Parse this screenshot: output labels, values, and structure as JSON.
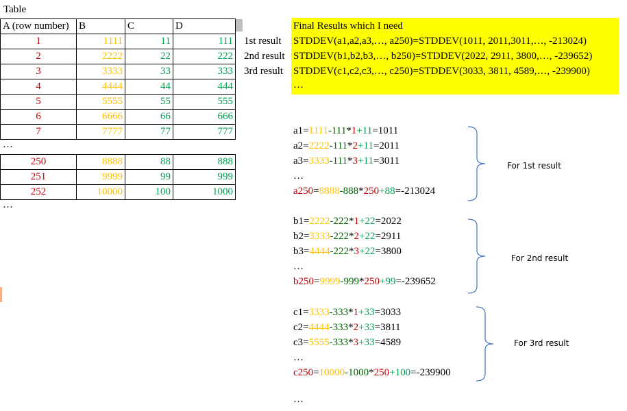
{
  "sheet": {
    "title": "Table",
    "headers": [
      "A (row number)",
      "B",
      "C",
      "D"
    ],
    "rows_top": [
      [
        "1",
        "1111",
        "11",
        "111"
      ],
      [
        "2",
        "2222",
        "22",
        "222"
      ],
      [
        "3",
        "3333",
        "33",
        "333"
      ],
      [
        "4",
        "4444",
        "44",
        "444"
      ],
      [
        "5",
        "5555",
        "55",
        "555"
      ],
      [
        "6",
        "6666",
        "66",
        "666"
      ],
      [
        "7",
        "7777",
        "77",
        "777"
      ]
    ],
    "ellipsis": "…",
    "rows_bottom": [
      [
        "250",
        "8888",
        "88",
        "888"
      ],
      [
        "251",
        "9999",
        "99",
        "999"
      ],
      [
        "252",
        "10000",
        "100",
        "1000"
      ]
    ]
  },
  "results": {
    "heading": "Final Results which I need",
    "labels": [
      "1st result",
      "2nd result",
      "3rd result"
    ],
    "formulas": [
      "STDDEV(a1,a2,a3,…, a250)=STDDEV(1011, 2011,3011,…, -213024)",
      "STDDEV(b1,b2,b3,…, b250)=STDDEV(2022, 2911, 3800,…, -239652)",
      "STDDEV(c1,c2,c3,…, c250)=STDDEV(3033, 3811, 4589,…, -239900)"
    ],
    "more": "…"
  },
  "groups": [
    {
      "label": "For 1st result",
      "lines": [
        {
          "n": "a1",
          "b": "1111",
          "d": "111",
          "k": "1",
          "c": "11",
          "r": "1011"
        },
        {
          "n": "a2",
          "b": "2222",
          "d": "111",
          "k": "2",
          "c": "11",
          "r": "2011"
        },
        {
          "n": "a3",
          "b": "3333",
          "d": "111",
          "k": "3",
          "c": "11",
          "r": "3011"
        }
      ],
      "last": {
        "n": "a250",
        "b": "8888",
        "d": "888",
        "k": "250",
        "c": "88",
        "r": "-213024"
      }
    },
    {
      "label": "For 2nd result",
      "lines": [
        {
          "n": "b1",
          "b": "2222",
          "d": "222",
          "k": "1",
          "c": "22",
          "r": "2022"
        },
        {
          "n": "b2",
          "b": "3333",
          "d": "222",
          "k": "2",
          "c": "22",
          "r": "2911"
        },
        {
          "n": "b3",
          "b": "4444",
          "d": "222",
          "k": "3",
          "c": "22",
          "r": "3800"
        }
      ],
      "last": {
        "n": "b250",
        "b": "9999",
        "d": "999",
        "k": "250",
        "c": "99",
        "r": "-239652"
      }
    },
    {
      "label": "For 3rd result",
      "lines": [
        {
          "n": "c1",
          "b": "3333",
          "d": "333",
          "k": "1",
          "c": "33",
          "r": "3033"
        },
        {
          "n": "c2",
          "b": "4444",
          "d": "333",
          "k": "2",
          "c": "33",
          "r": "3811"
        },
        {
          "n": "c3",
          "b": "5555",
          "d": "333",
          "k": "3",
          "c": "33",
          "r": "4589"
        }
      ],
      "last": {
        "n": "c250",
        "b": "10000",
        "d": "1000",
        "k": "250",
        "c": "100",
        "r": "-239900"
      }
    }
  ],
  "trailing_ellipsis": "…",
  "colors": {
    "red": "#c00000",
    "yellow": "#ffc000",
    "green": "#00a050",
    "dark_green": "#007a33",
    "highlight": "#ffff00"
  }
}
